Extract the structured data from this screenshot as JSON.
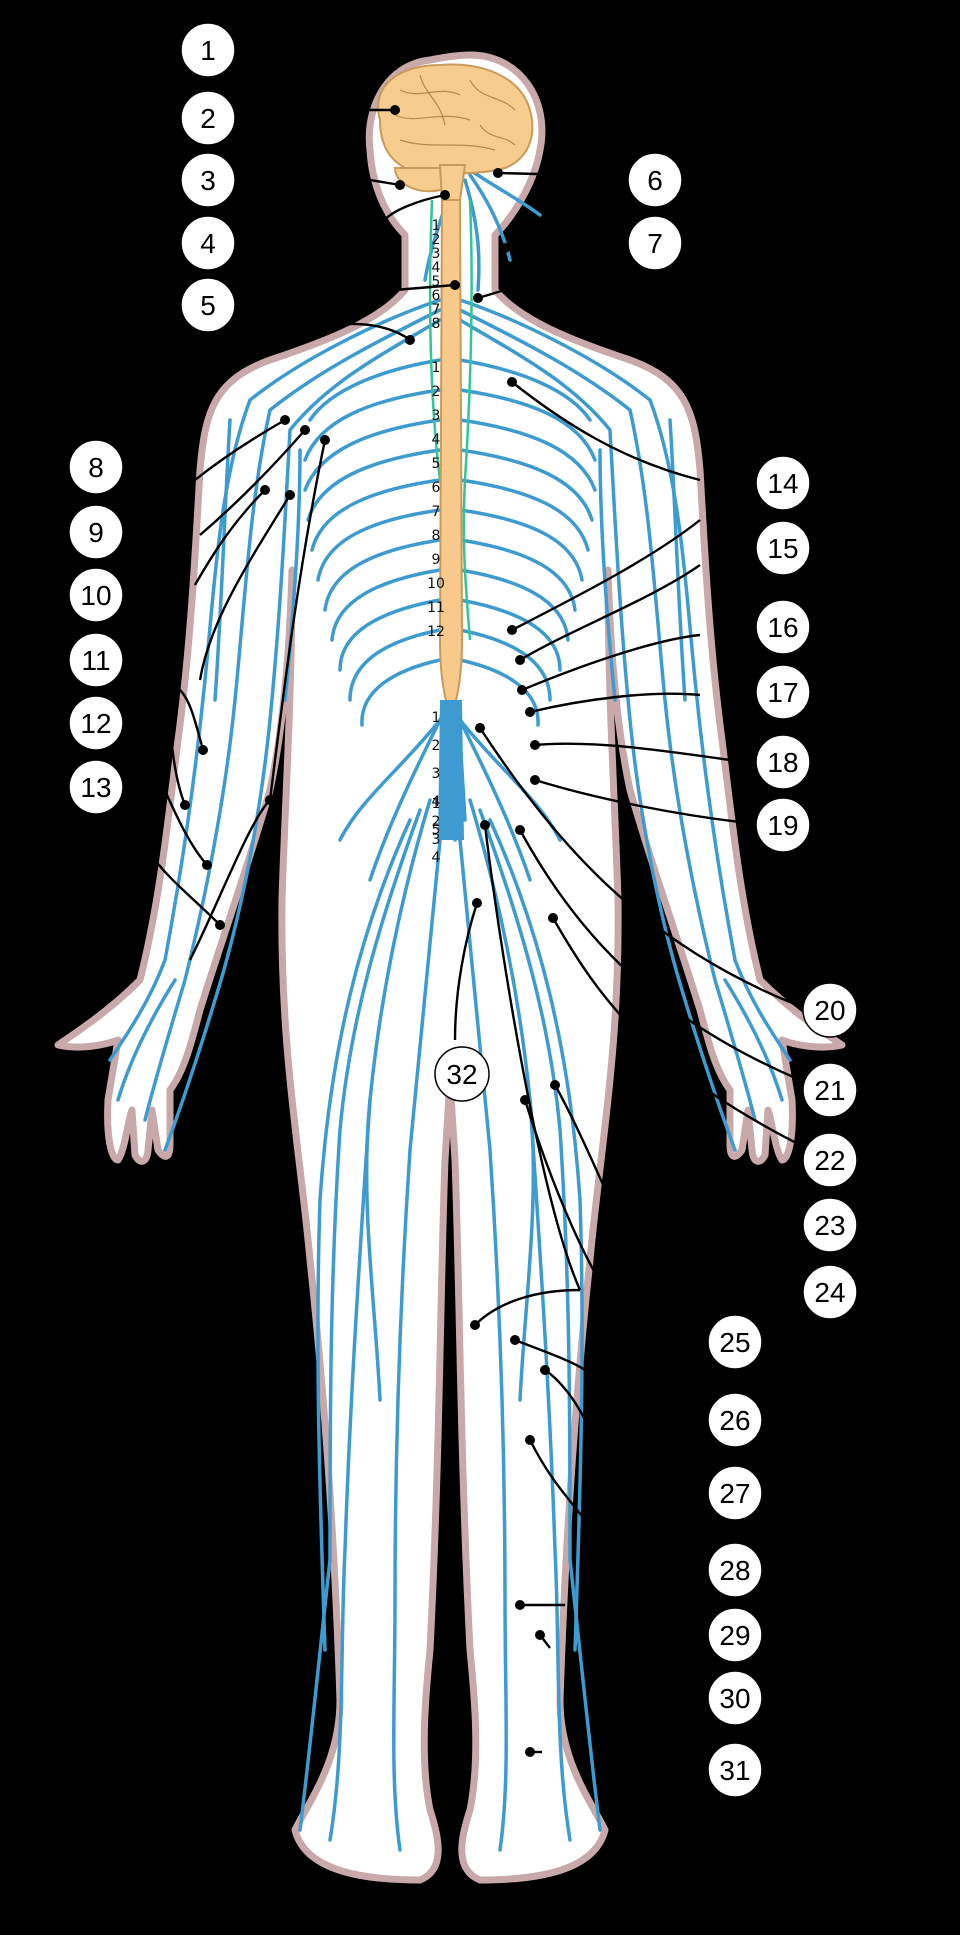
{
  "colors": {
    "background": "#000000",
    "body_fill": "#ffffff",
    "body_outline": "#c8a8a8",
    "nerve": "#3d9bd0",
    "brain": "#f6cd8e",
    "spinal_cord": "#f7c98a",
    "sympathetic_trunk": "#2fc79a",
    "badge_fill": "#ffffff",
    "badge_text": "#000000",
    "leader_line": "#000000"
  },
  "callouts": [
    {
      "id": "1"
    },
    {
      "id": "2"
    },
    {
      "id": "3"
    },
    {
      "id": "4"
    },
    {
      "id": "5"
    },
    {
      "id": "6"
    },
    {
      "id": "7"
    },
    {
      "id": "8"
    },
    {
      "id": "9"
    },
    {
      "id": "10"
    },
    {
      "id": "11"
    },
    {
      "id": "12"
    },
    {
      "id": "13"
    },
    {
      "id": "14"
    },
    {
      "id": "15"
    },
    {
      "id": "16"
    },
    {
      "id": "17"
    },
    {
      "id": "18"
    },
    {
      "id": "19"
    },
    {
      "id": "20"
    },
    {
      "id": "21"
    },
    {
      "id": "22"
    },
    {
      "id": "23"
    },
    {
      "id": "24"
    },
    {
      "id": "25"
    },
    {
      "id": "26"
    },
    {
      "id": "27"
    },
    {
      "id": "28"
    },
    {
      "id": "29"
    },
    {
      "id": "30"
    },
    {
      "id": "31"
    },
    {
      "id": "32"
    }
  ],
  "spine_segments": {
    "cervical": [
      "1",
      "2",
      "3",
      "4",
      "5",
      "6",
      "7",
      "8"
    ],
    "thoracic": [
      "1",
      "2",
      "3",
      "4",
      "5",
      "6",
      "7",
      "8",
      "9",
      "10",
      "11",
      "12"
    ],
    "lumbar": [
      "1",
      "2",
      "3",
      "4",
      "5"
    ],
    "sacral": [
      "1",
      "2",
      "3",
      "4"
    ]
  }
}
